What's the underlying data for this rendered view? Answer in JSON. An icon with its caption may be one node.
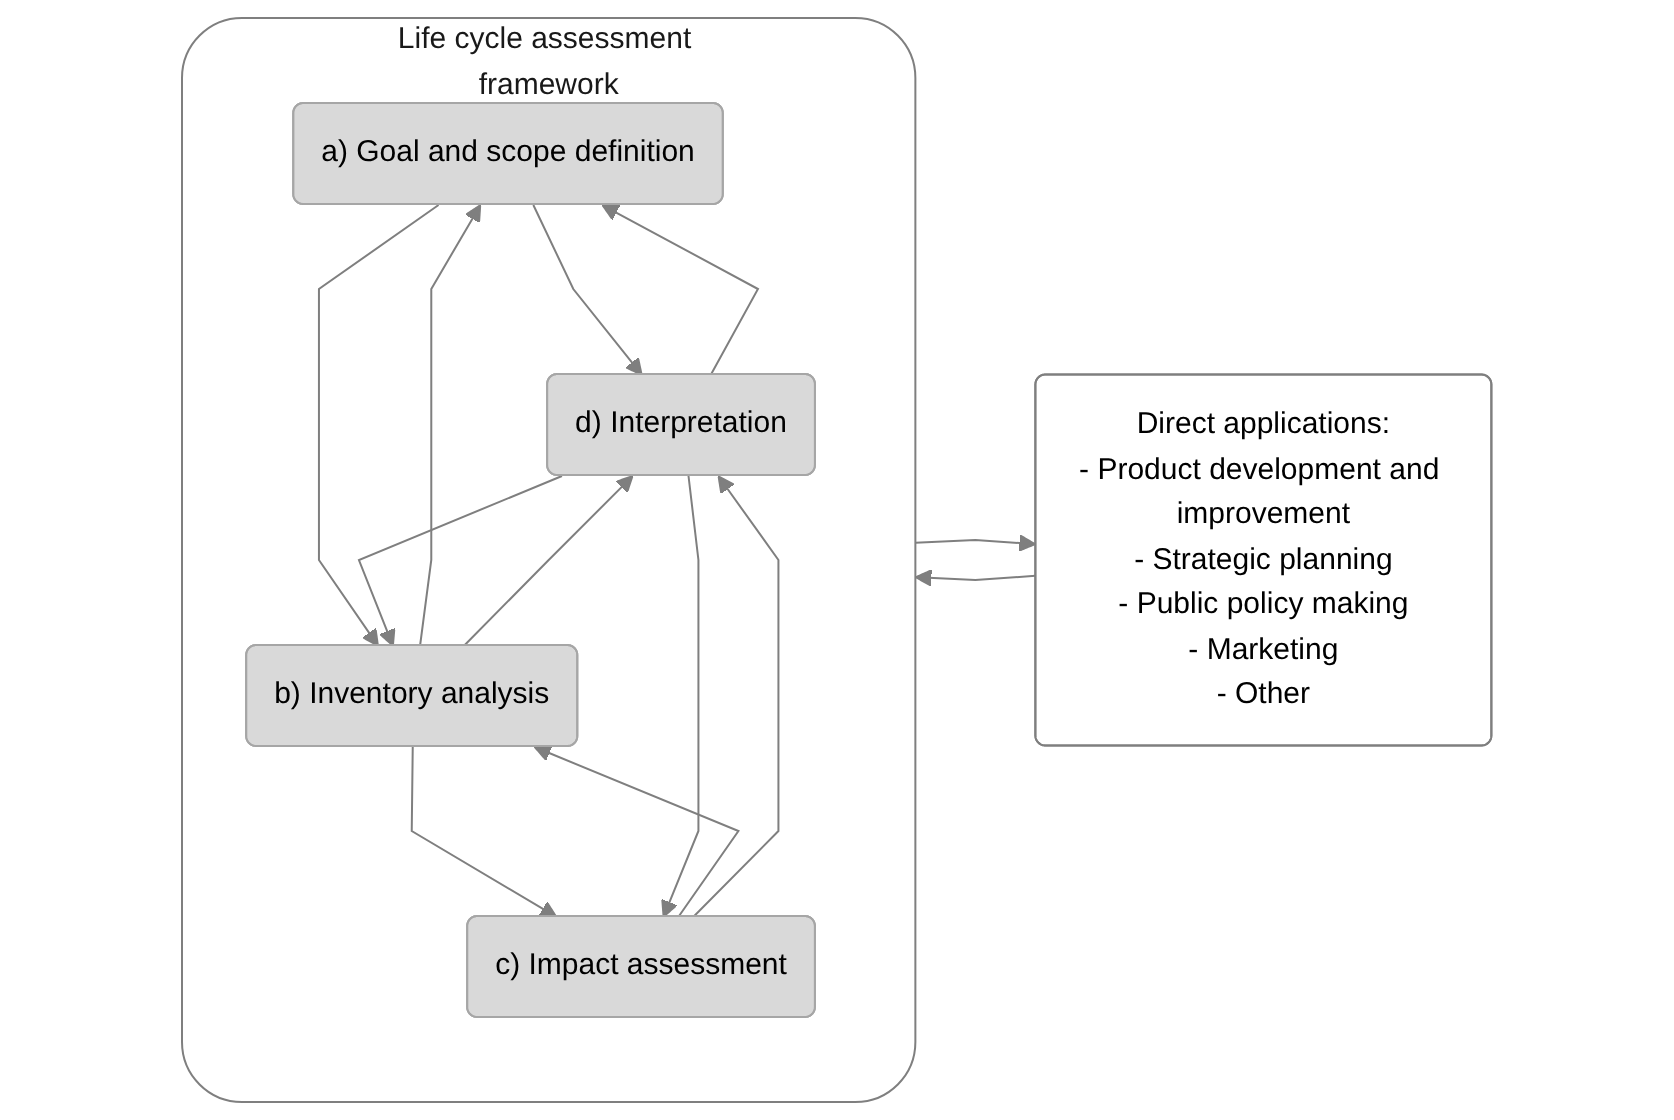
{
  "diagram": {
    "nodes": [
      {
        "text": [
          "Life cycle assessment framework"
        ]
      },
      {
        "text": [
          "a) Goal and scope definition"
        ],
        "in": 0
      },
      {
        "text": [
          "b) Inventory analysis"
        ],
        "in": 0
      },
      {
        "text": [
          "c) Impact assessment"
        ],
        "in": 0
      },
      {
        "text": [
          "d) Interpretation"
        ],
        "in": 0
      },
      {
        "text": [
          "Direct applications:",
          "- Product development and improvement",
          "- Strategic planning",
          "- Public policy making",
          "- Marketing",
          "- Other"
        ]
      }
    ],
    "edges": [
      {
        "from": 1,
        "to": 4,
        "arrow": "to"
      },
      {
        "from": 4,
        "to": 1,
        "arrow": "to"
      },
      {
        "from": 1,
        "to": 2,
        "arrow": "to"
      },
      {
        "from": 2,
        "to": 1,
        "arrow": "to"
      },
      {
        "from": 2,
        "to": 4,
        "arrow": "to"
      },
      {
        "from": 4,
        "to": 2,
        "arrow": "to"
      },
      {
        "from": 2,
        "to": 3,
        "arrow": "to"
      },
      {
        "from": 3,
        "to": 2,
        "arrow": "to"
      },
      {
        "from": 3,
        "to": 4,
        "arrow": "to"
      },
      {
        "from": 4,
        "to": 3,
        "arrow": "to"
      },
      {
        "from": 0,
        "to": 5,
        "arrow": "to"
      },
      {
        "from": 5,
        "to": 0,
        "arrow": "to"
      }
    ]
  }
}
